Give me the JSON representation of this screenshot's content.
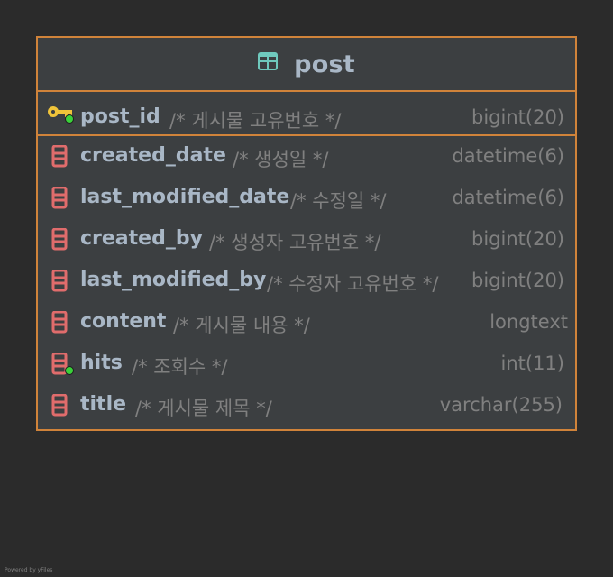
{
  "entity": {
    "name": "post",
    "primary_key": {
      "name": "post_id",
      "comment": "/* 게시물 고유번호 */",
      "type": "bigint(20)",
      "icon": "primary-key-icon"
    },
    "columns": [
      {
        "name": "created_date",
        "comment": "/* 생성일 */",
        "type": "datetime(6)",
        "icon": "column-icon",
        "indexed": false
      },
      {
        "name": "last_modified_date",
        "comment": "/* 수정일 */",
        "type": "datetime(6)",
        "icon": "column-icon",
        "indexed": false
      },
      {
        "name": "created_by",
        "comment": "/* 생성자 고유번호 */",
        "type": "bigint(20)",
        "icon": "column-icon",
        "indexed": false
      },
      {
        "name": "last_modified_by",
        "comment": "/* 수정자 고유번호 */",
        "type": "bigint(20)",
        "icon": "column-icon",
        "indexed": false
      },
      {
        "name": "content",
        "comment": "/* 게시물 내용 */",
        "type": "longtext",
        "icon": "column-icon",
        "indexed": false
      },
      {
        "name": "hits",
        "comment": "/* 조회수 */",
        "type": "int(11)",
        "icon": "indexed-column-icon",
        "indexed": true
      },
      {
        "name": "title",
        "comment": "/* 게시물 제목 */",
        "type": "varchar(255)",
        "icon": "column-icon",
        "indexed": false
      }
    ]
  },
  "footer": "Powered by yFiles",
  "colors": {
    "background": "#2b2b2b",
    "entity_fill": "#3c3f41",
    "border": "#d0833a",
    "name_text": "#a9b7c6",
    "muted_text": "#808080",
    "column_icon": "#e06c6c",
    "key_icon": "#f0c43a",
    "index_dot": "#3ad13a",
    "table_icon": "#6fc9bd"
  }
}
